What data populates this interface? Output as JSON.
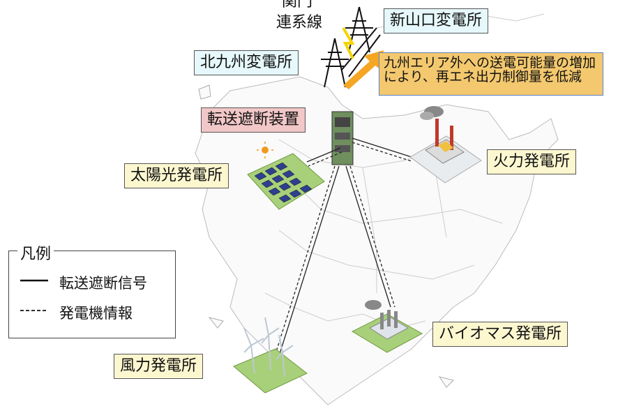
{
  "labels": {
    "interconnection_top": "関門",
    "interconnection_bottom": "連系線",
    "shin_yamaguchi": "新山口変電所",
    "kitakyushu": "北九州変電所",
    "transfer_device": "転送遮断装置",
    "solar": "太陽光発電所",
    "thermal": "火力発電所",
    "wind": "風力発電所",
    "biomass": "バイオマス発電所",
    "note": "九州エリア外への送電可能量の増加により、再エネ出力制御量を低減"
  },
  "legend": {
    "title": "凡例",
    "solid_label": "転送遮断信号",
    "dashed_label": "発電機情報"
  },
  "colors": {
    "cyan_box": "#e6f8fb",
    "yellow_box": "#fdf7d0",
    "pink_box": "#f2c7c7",
    "note_box": "#f3c86e",
    "note_border": "#5b82c2",
    "arrow": "#f5a623",
    "lightning": "#f4d400"
  }
}
